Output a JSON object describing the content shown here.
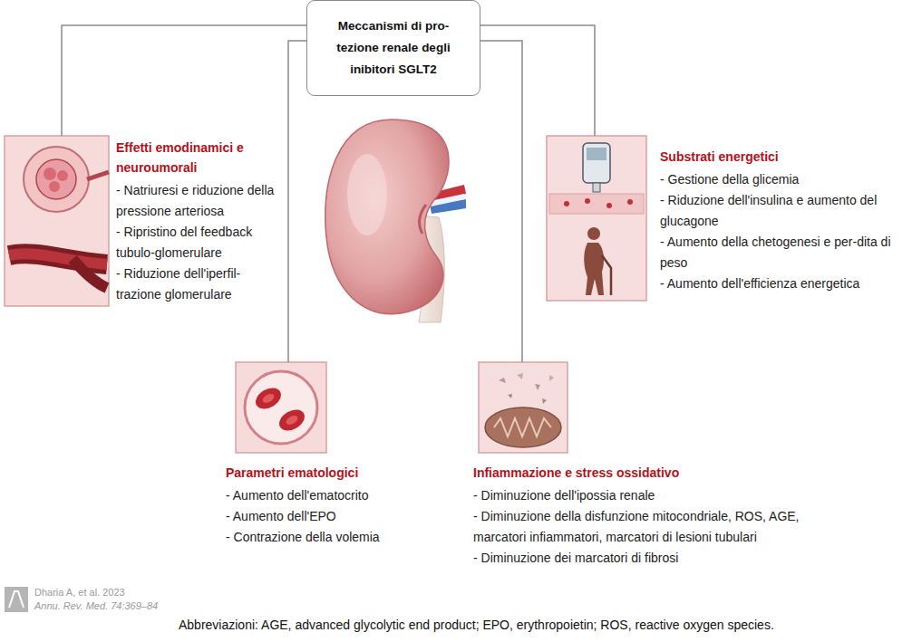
{
  "diagram": {
    "nodes": [
      {
        "text": [
          "Meccanismi di pro-tezione renale degli inibitori SGLT2"
        ]
      },
      {
        "text": [
          "Effetti emodinamici e neuroumorali",
          "- Natriuresi e riduzione della pressione arteriosa",
          "- Ripristino del feedback tubulo-glomerulare",
          "- Riduzione dell'iperfil-trazione glomerulare"
        ]
      },
      {
        "text": [
          "Substrati energetici",
          "- Gestione della glicemia",
          "- Riduzione dell'insulina e aumento del glucagone",
          "- Aumento della chetogenesi e per-dita di peso",
          "- Aumento dell'efficienza energetica"
        ]
      },
      {
        "text": [
          "Parametri ematologici",
          "- Aumento dell'ematocrito",
          "- Aumento dell'EPO",
          "- Contrazione della volemia"
        ]
      },
      {
        "text": [
          "Infiammazione e stress ossidativo",
          "- Diminuzione dell'ipossia renale",
          "- Diminuzione della disfunzione mitocondriale, ROS, AGE, marcatori infiammatori, marcatori di lesioni tubulari",
          "- Diminuzione dei marcatori di fibrosi"
        ]
      }
    ],
    "edges": [
      {
        "from": 0,
        "to": 1,
        "arrow": "none"
      },
      {
        "from": 0,
        "to": 2,
        "arrow": "none"
      },
      {
        "from": 0,
        "to": 3,
        "arrow": "none"
      },
      {
        "from": 0,
        "to": 4,
        "arrow": "none"
      }
    ],
    "labels": [
      "Dharia A, et al. 2023",
      "Annu. Rev. Med. 74:369–84",
      "Abbreviazioni: AGE, advanced glycolytic end product; EPO, erythropoietin; ROS, reactive oxygen species."
    ]
  }
}
